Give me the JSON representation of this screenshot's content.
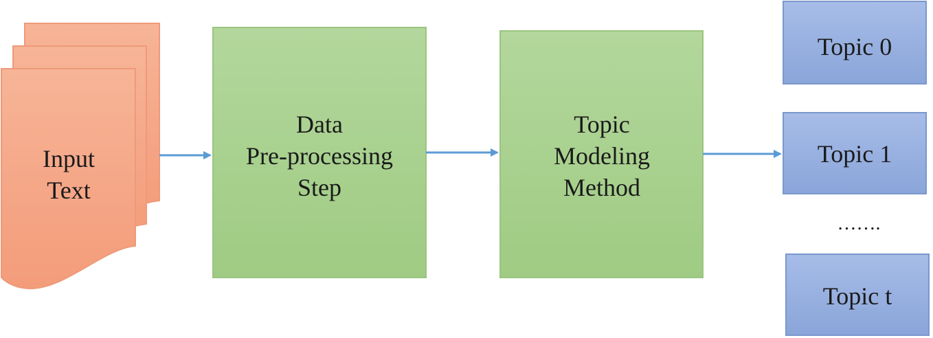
{
  "nodes": {
    "input": {
      "lines": [
        "Input",
        "Text"
      ]
    },
    "preprocessing": {
      "lines": [
        "Data",
        "Pre-processing",
        "Step"
      ]
    },
    "modeling": {
      "lines": [
        "Topic",
        "Modeling",
        "Method"
      ]
    },
    "topics": [
      {
        "label": "Topic 0"
      },
      {
        "label": "Topic 1"
      },
      {
        "label": "Topic t"
      }
    ],
    "ellipsis": "……."
  },
  "colors": {
    "document_fill": "#f5a585",
    "document_stroke": "#ee9a7a",
    "process_fill": "#a9d08e",
    "process_stroke": "#9cc480",
    "topic_fill": "#8faadc",
    "topic_stroke": "#7b97cc",
    "arrow": "#5b9bd5"
  }
}
